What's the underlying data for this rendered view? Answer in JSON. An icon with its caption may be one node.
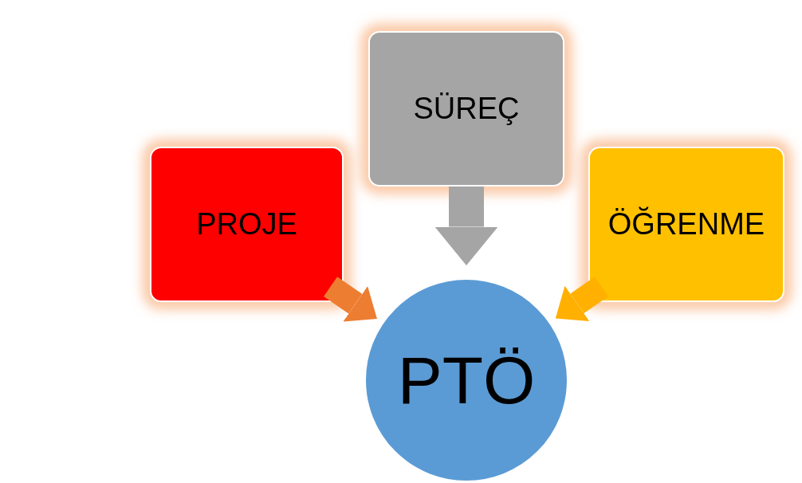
{
  "diagram": {
    "nodes": [
      {
        "text": [
          "PROJE"
        ]
      },
      {
        "text": [
          "SÜREÇ"
        ]
      },
      {
        "text": [
          "ÖĞRENME"
        ]
      },
      {
        "text": [
          "PTÖ"
        ]
      }
    ],
    "edges": [
      {
        "from": 0,
        "to": 3,
        "arrow": "to",
        "color": "#ed7d31"
      },
      {
        "from": 1,
        "to": 3,
        "arrow": "to",
        "color": "#a5a5a5"
      },
      {
        "from": 2,
        "to": 3,
        "arrow": "to",
        "color": "#ffb000"
      }
    ]
  }
}
